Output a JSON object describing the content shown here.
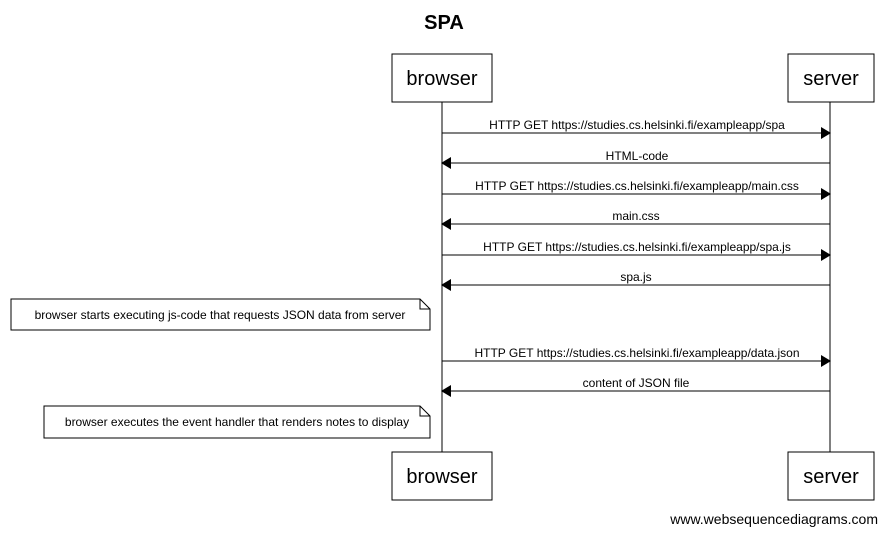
{
  "title": "SPA",
  "participants": [
    "browser",
    "server"
  ],
  "messages": [
    {
      "from": "browser",
      "to": "server",
      "label": "HTTP GET https://studies.cs.helsinki.fi/exampleapp/spa"
    },
    {
      "from": "server",
      "to": "browser",
      "label": "HTML-code"
    },
    {
      "from": "browser",
      "to": "server",
      "label": "HTTP GET https://studies.cs.helsinki.fi/exampleapp/main.css"
    },
    {
      "from": "server",
      "to": "browser",
      "label": "main.css"
    },
    {
      "from": "browser",
      "to": "server",
      "label": "HTTP GET https://studies.cs.helsinki.fi/exampleapp/spa.js"
    },
    {
      "from": "server",
      "to": "browser",
      "label": "spa.js"
    },
    {
      "from": "browser",
      "to": "server",
      "label": "HTTP GET https://studies.cs.helsinki.fi/exampleapp/data.json"
    },
    {
      "from": "server",
      "to": "browser",
      "label": "content of JSON file"
    }
  ],
  "notes": [
    "browser starts executing js-code that requests JSON data from server",
    "browser executes the event handler that renders notes to display"
  ],
  "footer": "www.websequencediagrams.com"
}
